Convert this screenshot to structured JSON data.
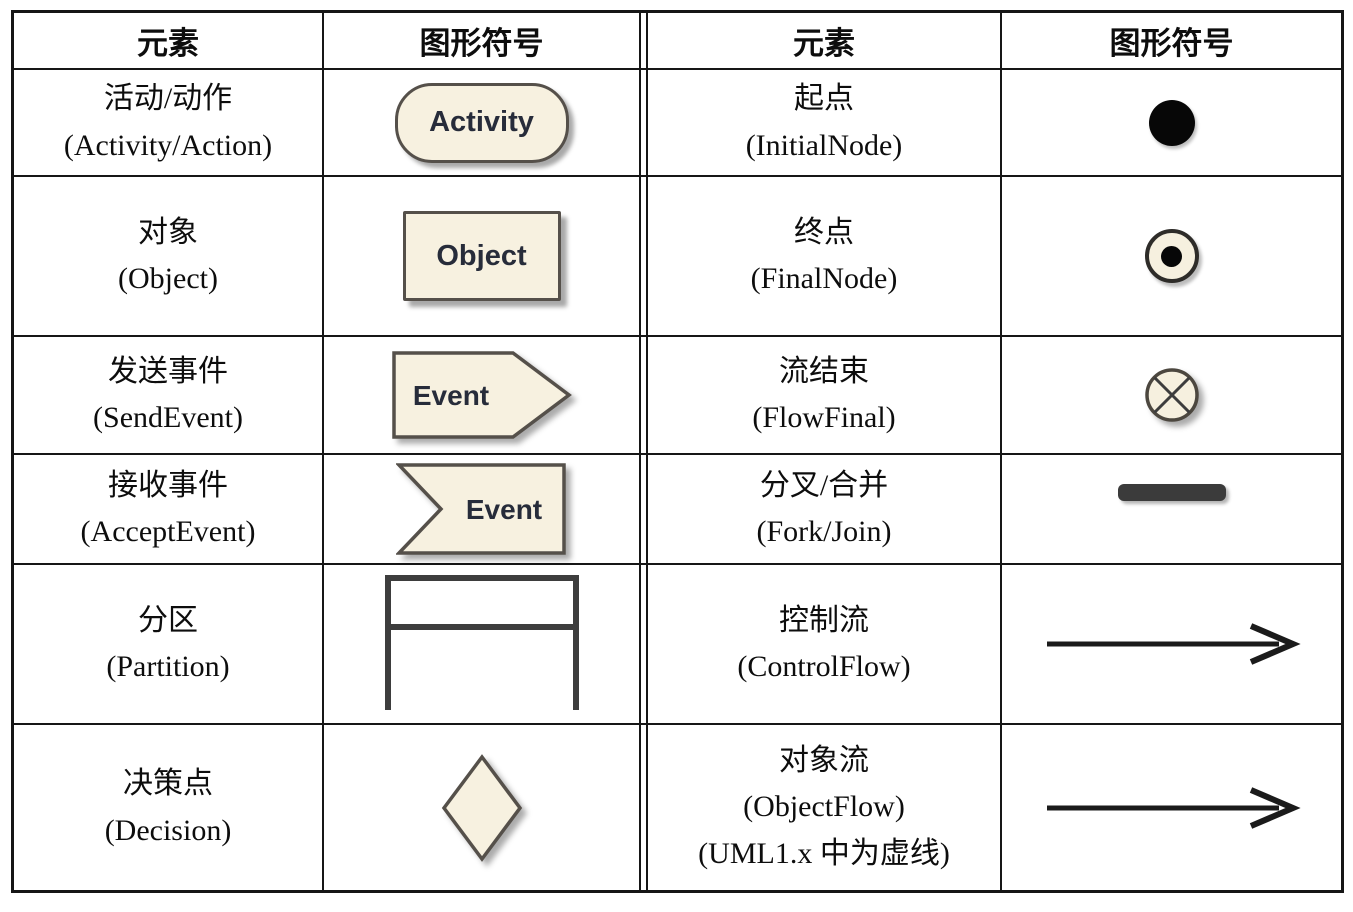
{
  "headers": [
    "元素",
    "图形符号",
    "元素",
    "图形符号"
  ],
  "rows": [
    {
      "left": {
        "cn": "活动/动作",
        "en": "(Activity/Action)"
      },
      "left_symbol": {
        "type": "activity-rounded-rect",
        "label": "Activity"
      },
      "right": {
        "cn": "起点",
        "en": "(InitialNode)"
      },
      "right_symbol": {
        "type": "initial-node-filled-circle"
      }
    },
    {
      "left": {
        "cn": "对象",
        "en": "(Object)"
      },
      "left_symbol": {
        "type": "object-rectangle",
        "label": "Object"
      },
      "right": {
        "cn": "终点",
        "en": "(FinalNode)"
      },
      "right_symbol": {
        "type": "final-node-bullseye-circle"
      }
    },
    {
      "left": {
        "cn": "发送事件",
        "en": "(SendEvent)"
      },
      "left_symbol": {
        "type": "send-event-pentagon",
        "label": "Event"
      },
      "right": {
        "cn": "流结束",
        "en": "(FlowFinal)"
      },
      "right_symbol": {
        "type": "flow-final-circle-x"
      }
    },
    {
      "left": {
        "cn": "接收事件",
        "en": "(AcceptEvent)"
      },
      "left_symbol": {
        "type": "accept-event-notched-rect",
        "label": "Event"
      },
      "right": {
        "cn": "分叉/合并",
        "en": "(Fork/Join)"
      },
      "right_symbol": {
        "type": "fork-join-bar"
      }
    },
    {
      "left": {
        "cn": "分区",
        "en": "(Partition)"
      },
      "left_symbol": {
        "type": "partition-swimlane"
      },
      "right": {
        "cn": "控制流",
        "en": "(ControlFlow)"
      },
      "right_symbol": {
        "type": "control-flow-arrow"
      }
    },
    {
      "left": {
        "cn": "决策点",
        "en": "(Decision)"
      },
      "left_symbol": {
        "type": "decision-diamond"
      },
      "right": {
        "cn": "对象流",
        "en": "(ObjectFlow)",
        "note": "(UML1.x 中为虚线)"
      },
      "right_symbol": {
        "type": "object-flow-arrow"
      }
    }
  ],
  "colors": {
    "shape_fill": "#f7f1e0",
    "shape_border": "#55504a",
    "partition_line": "#3d3d3d",
    "fork_bar": "#3b3b3b",
    "arrow": "#1b1b1b",
    "grid_line": "#161616"
  }
}
